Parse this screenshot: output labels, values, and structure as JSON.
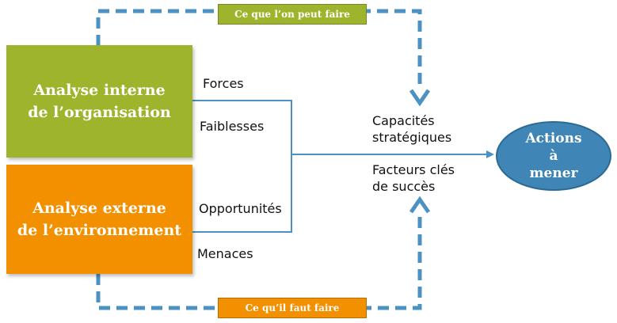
{
  "colors": {
    "green": "#9db42c",
    "orange": "#f39000",
    "blue": "#3f86b6",
    "connector": "#4b92c3"
  },
  "boxes": {
    "internal": "Analyse interne\nde l’organisation",
    "external": "Analyse externe\nde l’environnement"
  },
  "tags": {
    "top": "Ce que l’on peut faire",
    "bottom": "Ce qu’il faut faire"
  },
  "labels": {
    "forces": "Forces",
    "faiblesses": "Faiblesses",
    "opportunites": "Opportunités",
    "menaces": "Menaces",
    "capacites": "Capacités\nstratégiques",
    "facteurs": "Facteurs clés\nde succès"
  },
  "actions": "Actions\nà\nmener"
}
